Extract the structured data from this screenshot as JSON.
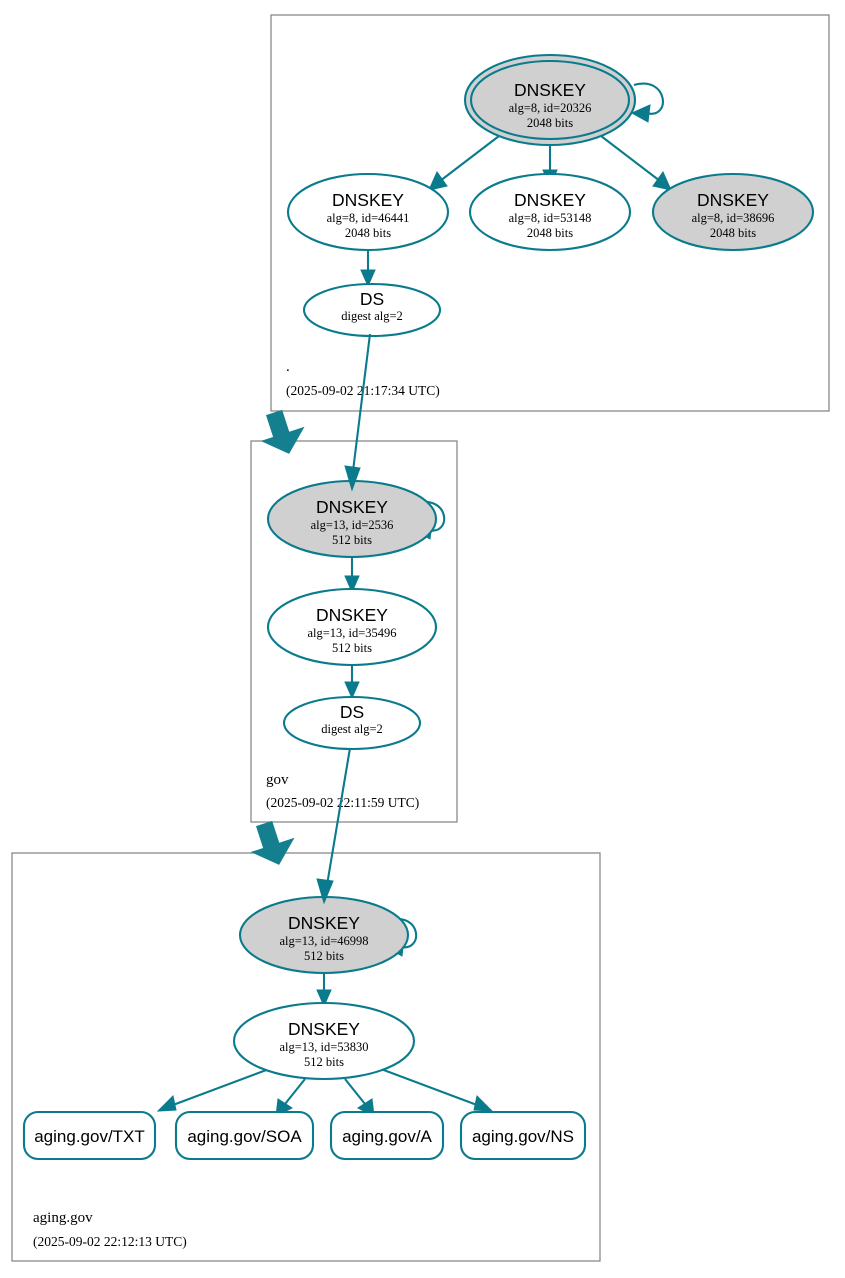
{
  "diagram": {
    "kind": "dnssec-authentication-chain",
    "colors": {
      "accent": "#0a7b8c",
      "delegation_arrow": "#14808f",
      "secure_key_fill": "#d0d0d0",
      "plain_fill": "#ffffff",
      "zone_border": "#808080"
    }
  },
  "zones": [
    {
      "id": "root",
      "name": ".",
      "timestamp": "(2025-09-02 21:17:34 UTC)",
      "nodes": [
        {
          "id": "root-ksk",
          "type": "DNSKEY",
          "title": "DNSKEY",
          "line2": "alg=8, id=20326",
          "line3": "2048 bits",
          "fill": "grey",
          "trust_anchor": true,
          "self_signed": true
        },
        {
          "id": "root-zsk-46441",
          "type": "DNSKEY",
          "title": "DNSKEY",
          "line2": "alg=8, id=46441",
          "line3": "2048 bits",
          "fill": "white",
          "trust_anchor": false,
          "self_signed": false
        },
        {
          "id": "root-zsk-53148",
          "type": "DNSKEY",
          "title": "DNSKEY",
          "line2": "alg=8, id=53148",
          "line3": "2048 bits",
          "fill": "white",
          "trust_anchor": false,
          "self_signed": false
        },
        {
          "id": "root-zsk-38696",
          "type": "DNSKEY",
          "title": "DNSKEY",
          "line2": "alg=8, id=38696",
          "line3": "2048 bits",
          "fill": "grey",
          "trust_anchor": false,
          "self_signed": false
        },
        {
          "id": "root-ds-gov",
          "type": "DS",
          "title": "DS",
          "line2": "digest alg=2",
          "line3": "",
          "fill": "white",
          "trust_anchor": false,
          "self_signed": false
        }
      ]
    },
    {
      "id": "gov",
      "name": "gov",
      "timestamp": "(2025-09-02 22:11:59 UTC)",
      "nodes": [
        {
          "id": "gov-ksk",
          "type": "DNSKEY",
          "title": "DNSKEY",
          "line2": "alg=13, id=2536",
          "line3": "512 bits",
          "fill": "grey",
          "trust_anchor": false,
          "self_signed": true
        },
        {
          "id": "gov-zsk",
          "type": "DNSKEY",
          "title": "DNSKEY",
          "line2": "alg=13, id=35496",
          "line3": "512 bits",
          "fill": "white",
          "trust_anchor": false,
          "self_signed": false
        },
        {
          "id": "gov-ds-aging",
          "type": "DS",
          "title": "DS",
          "line2": "digest alg=2",
          "line3": "",
          "fill": "white",
          "trust_anchor": false,
          "self_signed": false
        }
      ]
    },
    {
      "id": "aging-gov",
      "name": "aging.gov",
      "timestamp": "(2025-09-02 22:12:13 UTC)",
      "nodes": [
        {
          "id": "aging-ksk",
          "type": "DNSKEY",
          "title": "DNSKEY",
          "line2": "alg=13, id=46998",
          "line3": "512 bits",
          "fill": "grey",
          "trust_anchor": false,
          "self_signed": true
        },
        {
          "id": "aging-zsk",
          "type": "DNSKEY",
          "title": "DNSKEY",
          "line2": "alg=13, id=53830",
          "line3": "512 bits",
          "fill": "white",
          "trust_anchor": false,
          "self_signed": false
        }
      ],
      "rrsets": [
        {
          "id": "rrset-txt",
          "label": "aging.gov/TXT"
        },
        {
          "id": "rrset-soa",
          "label": "aging.gov/SOA"
        },
        {
          "id": "rrset-a",
          "label": "aging.gov/A"
        },
        {
          "id": "rrset-ns",
          "label": "aging.gov/NS"
        }
      ]
    }
  ]
}
